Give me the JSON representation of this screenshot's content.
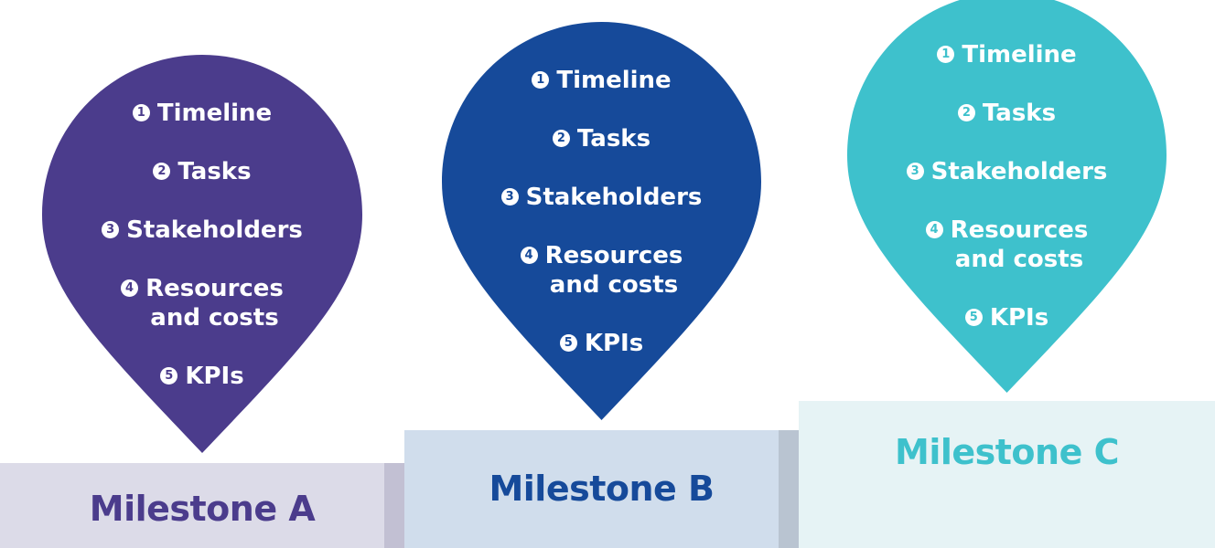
{
  "colors": {
    "pin_a": "#4b3c8c",
    "pin_b": "#164a9a",
    "pin_c": "#3ec1cc",
    "block_a": "#dcdbe8",
    "block_a_side": "#c2c0d3",
    "block_b": "#d0ddec",
    "block_b_side": "#b9c4d1",
    "block_c": "#e6f3f5",
    "label_a": "#4b3c8c",
    "label_b": "#164a9a",
    "label_c": "#3ec1cc"
  },
  "milestones": [
    {
      "label": "Milestone A",
      "items": [
        {
          "num": "1",
          "text": "Timeline"
        },
        {
          "num": "2",
          "text": "Tasks"
        },
        {
          "num": "3",
          "text": "Stakeholders"
        },
        {
          "num": "4",
          "text": "Resources\nand costs"
        },
        {
          "num": "5",
          "text": "KPIs"
        }
      ]
    },
    {
      "label": "Milestone B",
      "items": [
        {
          "num": "1",
          "text": "Timeline"
        },
        {
          "num": "2",
          "text": "Tasks"
        },
        {
          "num": "3",
          "text": "Stakeholders"
        },
        {
          "num": "4",
          "text": "Resources\nand costs"
        },
        {
          "num": "5",
          "text": "KPIs"
        }
      ]
    },
    {
      "label": "Milestone C",
      "items": [
        {
          "num": "1",
          "text": "Timeline"
        },
        {
          "num": "2",
          "text": "Tasks"
        },
        {
          "num": "3",
          "text": "Stakeholders"
        },
        {
          "num": "4",
          "text": "Resources\nand costs"
        },
        {
          "num": "5",
          "text": "KPIs"
        }
      ]
    }
  ]
}
